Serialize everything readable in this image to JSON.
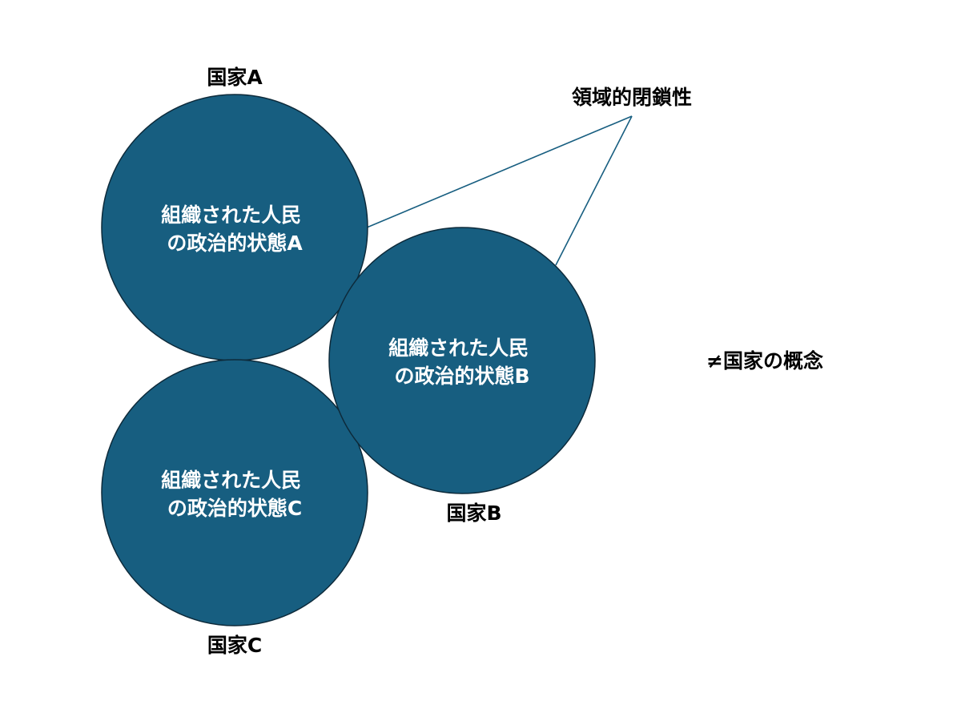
{
  "colors": {
    "circle_fill": "#175e80",
    "circle_stroke": "#0d2a3a",
    "connector": "#175e80",
    "circle_text": "#ffffff",
    "label_text": "#000000"
  },
  "states": [
    {
      "id": "a",
      "name": "国家A",
      "lines": [
        "組織された人民",
        "の政治的状態A"
      ]
    },
    {
      "id": "b",
      "name": "国家B",
      "lines": [
        "組織された人民",
        "の政治的状態B"
      ]
    },
    {
      "id": "c",
      "name": "国家C",
      "lines": [
        "組織された人民",
        "の政治的状態C"
      ]
    }
  ],
  "callout": {
    "label": "領域的閉鎖性"
  },
  "note": {
    "label": "≠国家の概念"
  }
}
